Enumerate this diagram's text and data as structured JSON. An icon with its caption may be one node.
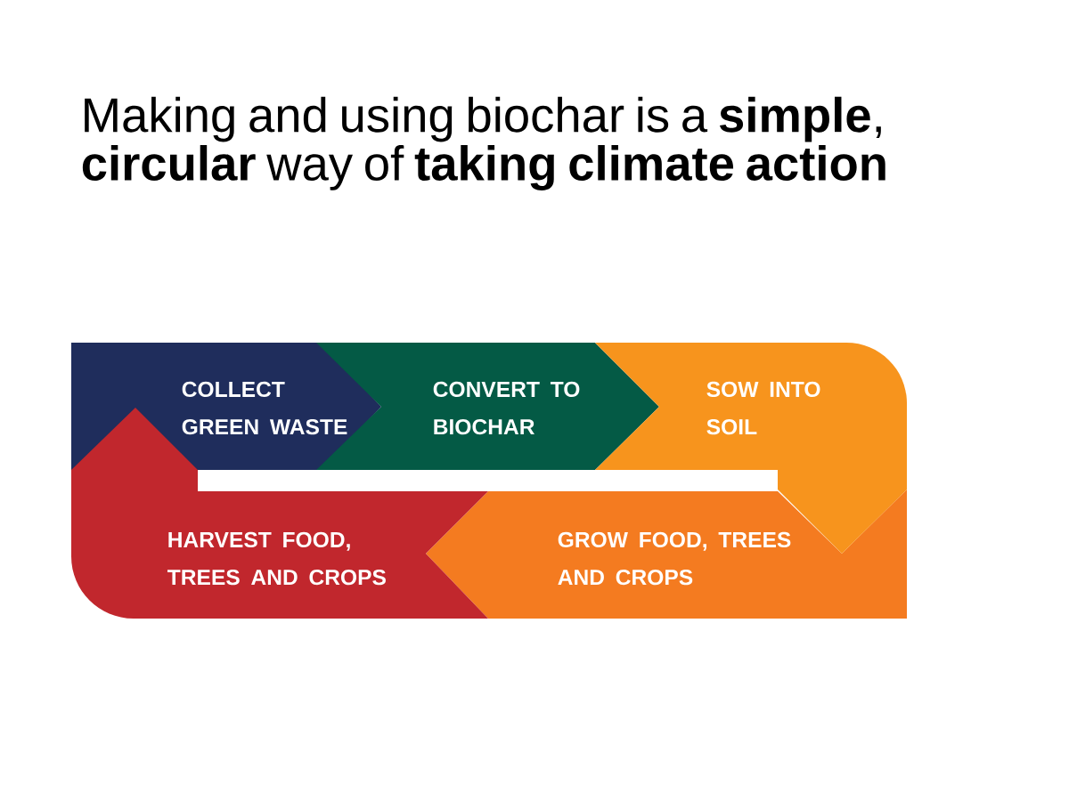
{
  "diagram": {
    "title": "Making and using biochar is a **simple**, **circular** way of **taking climate action**",
    "nodes": [
      {
        "text": [
          "COLLECT GREEN WASTE"
        ]
      },
      {
        "text": [
          "CONVERT TO BIOCHAR"
        ]
      },
      {
        "text": [
          "SOW INTO SOIL"
        ]
      },
      {
        "text": [
          "HARVEST FOOD, TREES AND CROPS"
        ]
      },
      {
        "text": [
          "GROW FOOD, TREES AND CROPS"
        ]
      }
    ]
  }
}
